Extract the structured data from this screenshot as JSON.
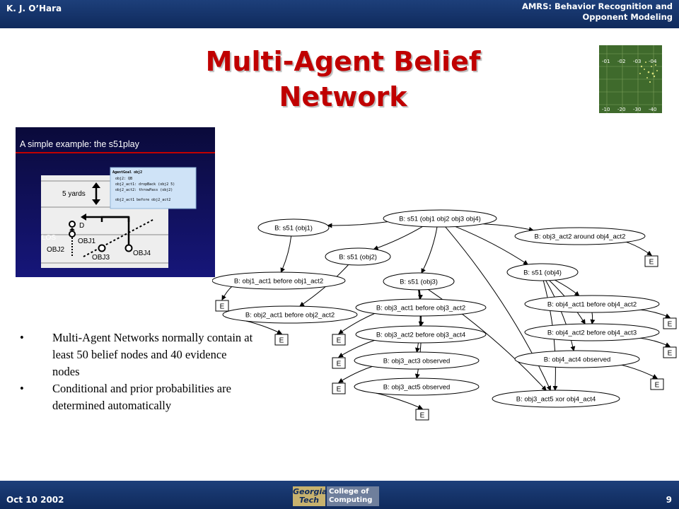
{
  "header": {
    "author": "K. J. O’Hara",
    "subject_line1": "AMRS: Behavior Recognition and",
    "subject_line2": "Opponent Modeling"
  },
  "footer": {
    "date": "Oct 10 2002",
    "page": "9",
    "logo_left_line1": "Georgia",
    "logo_left_line2": "Tech",
    "logo_right_line1": "College of",
    "logo_right_line2": "Computing"
  },
  "slide": {
    "title_line1": "Multi-Agent Belief",
    "title_line2": "Network"
  },
  "thumbnail": {
    "top_labels": [
      "-01",
      "-02",
      "-03",
      "-04"
    ],
    "bottom_labels": [
      "-10",
      "-20",
      "-30",
      "-40"
    ]
  },
  "embedded_slide": {
    "caption": "A simple example: the s51play",
    "yard_label": "5 yards",
    "code_lines": [
      "AgentGoal obj2",
      "obj2: QB",
      "obj2_act1: dropBack (obj2 5)",
      "obj2_act2: throwPass (obj2)",
      "obj2_act1 before obj2_act2"
    ],
    "labels": {
      "d": "D",
      "los": "LOS",
      "obj1": "OBJ1",
      "obj2": "OBJ2",
      "obj3": "OBJ3",
      "obj4": "OBJ4"
    }
  },
  "bullets": [
    "Multi-Agent Networks normally contain at least 50 belief nodes and 40 evidence nodes",
    "Conditional and prior probabilities are determined automatically"
  ],
  "bullet_marker": "•",
  "network": {
    "nodes": [
      {
        "id": "s51_all",
        "label": "B: s51 (obj1 obj2 obj3 obj4)"
      },
      {
        "id": "s51_o1",
        "label": "B: s51 (obj1)"
      },
      {
        "id": "o3o4_around",
        "label": "B: obj3_act2 around obj4_act2"
      },
      {
        "id": "s51_o2",
        "label": "B: s51 (obj2)"
      },
      {
        "id": "s51_o4",
        "label": "B: s51 (obj4)"
      },
      {
        "id": "o1_before",
        "label": "B: obj1_act1 before obj1_act2"
      },
      {
        "id": "s51_o3",
        "label": "B: s51 (obj3)"
      },
      {
        "id": "o4_before",
        "label": "B: obj4_act1 before obj4_act2"
      },
      {
        "id": "o2_before",
        "label": "B: obj2_act1 before obj2_act2"
      },
      {
        "id": "o3_before",
        "label": "B: obj3_act1 before obj3_act2"
      },
      {
        "id": "o4_before2",
        "label": "B: obj4_act2 before obj4_act3"
      },
      {
        "id": "o3_before2",
        "label": "B: obj3_act2 before obj3_act4"
      },
      {
        "id": "o4_obs",
        "label": "B: obj4_act4 observed"
      },
      {
        "id": "o3_obs3",
        "label": "B: obj3_act3 observed"
      },
      {
        "id": "o3_obs5",
        "label": "B: obj3_act5 observed"
      },
      {
        "id": "o3o4_xor",
        "label": "B: obj3_act5 xor obj4_act4"
      }
    ],
    "evidence_label": "E"
  }
}
